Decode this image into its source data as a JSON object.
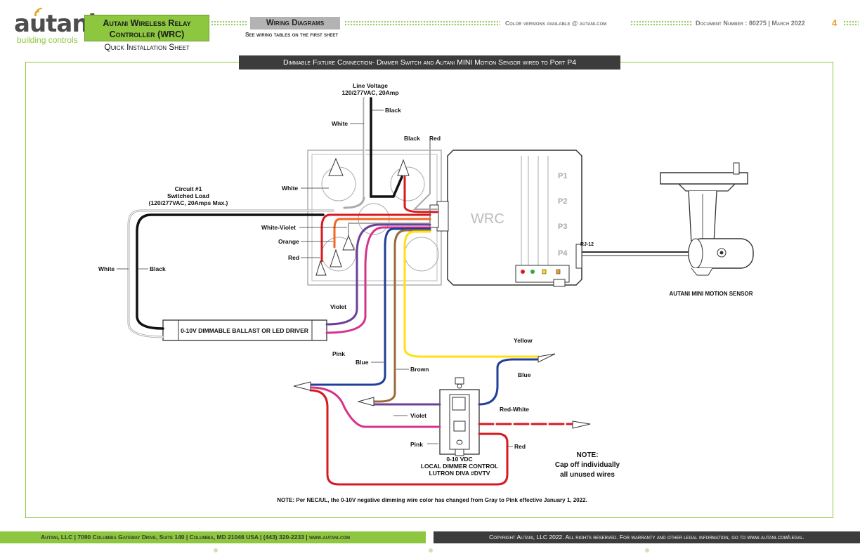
{
  "header": {
    "logo_text": "autani",
    "logo_tagline": "building controls",
    "product_title": "Autani Wireless Relay Controller (WRC)",
    "product_subtitle": "Quick Installation Sheet",
    "section_label": "Wiring Diagrams",
    "section_note": "See wiring tables on the first sheet",
    "color_note": "Color versions available @ autani.com",
    "document_info": "Document Number : 80275  |  March 2022",
    "page_number": "4"
  },
  "diagram": {
    "title": "Dimmable Fixture Connection- Dimmer Switch and Autani MINI Motion Sensor wired to Port P4",
    "line_voltage_title": "Line Voltage",
    "line_voltage_spec": "120/277VAC, 20Amp",
    "circuit_title": "Circuit #1",
    "circuit_load": "Switched Load",
    "circuit_spec": "(120/277VAC, 20Amps Max.)",
    "wrc_label": "WRC",
    "ports": [
      "P1",
      "P2",
      "P3",
      "P4"
    ],
    "rj12_label": "RJ-12",
    "sensor_label": "AUTANI MINI MOTION SENSOR",
    "ballast_label": "0-10V DIMMABLE BALLAST OR LED DRIVER",
    "dimmer_line1": "0-10 VDC",
    "dimmer_line2": "LOCAL DIMMER CONTROL",
    "dimmer_line3": "LUTRON DIVA #DVTV",
    "note_title": "NOTE:",
    "note_line1": "Cap off individually",
    "note_line2": "all unused wires",
    "footnote": "NOTE: Per NEC/UL, the 0-10V negative dimming wire color has changed from Gray to Pink effective January 1, 2022.",
    "wire_labels": {
      "black_top": "Black",
      "white_top": "White",
      "black_box": "Black",
      "red_box": "Red",
      "white_box": "White",
      "white_violet": "White-Violet",
      "orange": "Orange",
      "red_left": "Red",
      "white_left": "White",
      "black_left": "Black",
      "violet_ballast": "Violet",
      "pink_ballast": "Pink",
      "blue_mid": "Blue",
      "brown": "Brown",
      "yellow": "Yellow",
      "blue_right": "Blue",
      "red_white": "Red-White",
      "violet_dimmer": "Violet",
      "pink_dimmer": "Pink",
      "red_dimmer": "Red"
    }
  },
  "colors": {
    "brand_green": "#8dc63f",
    "dark_bar": "#3c3c3c",
    "accent_orange": "#e8a12a",
    "wire_black": "#111111",
    "wire_red": "#d71920",
    "wire_orange": "#f26522",
    "wire_violet": "#6c3f99",
    "wire_pink": "#d6338a",
    "wire_blue": "#1f3f99",
    "wire_brown": "#9b6a3c",
    "wire_yellow": "#ffe014"
  },
  "footer": {
    "address": "Autani, LLC  |  7090 Columbia Gateway Drive, Suite 140  |  Columbia, MD 21046 USA  |  (443) 320-2233  |  www.autani.com",
    "copyright": "Copyright Autani, LLC 2022. All rights reserved. For warranty and other legal information, go to www.autani.com/legal."
  }
}
